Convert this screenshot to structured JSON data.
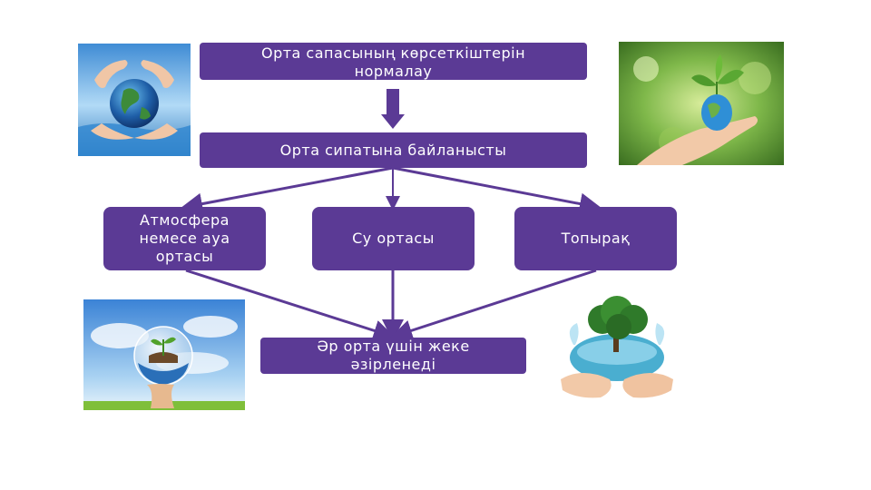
{
  "diagram": {
    "top_box": "Орта сапасының көрсеткіштерін\nнормалау",
    "middle_box": "Орта сипатына байланысты",
    "branches": [
      "Атмосфера\nнемесе ауа\nортасы",
      "Су ортасы",
      "Топырақ"
    ],
    "bottom_box": "Әр орта үшін жеке\nәзірленеді"
  },
  "images": [
    {
      "name": "hands-globe-image"
    },
    {
      "name": "hand-seedling-globe-image"
    },
    {
      "name": "sky-globe-hand-image"
    },
    {
      "name": "hands-water-tree-image"
    }
  ],
  "colors": {
    "box_fill": "#5b3a95",
    "text": "#ffffff",
    "connector": "#5b3a95"
  }
}
